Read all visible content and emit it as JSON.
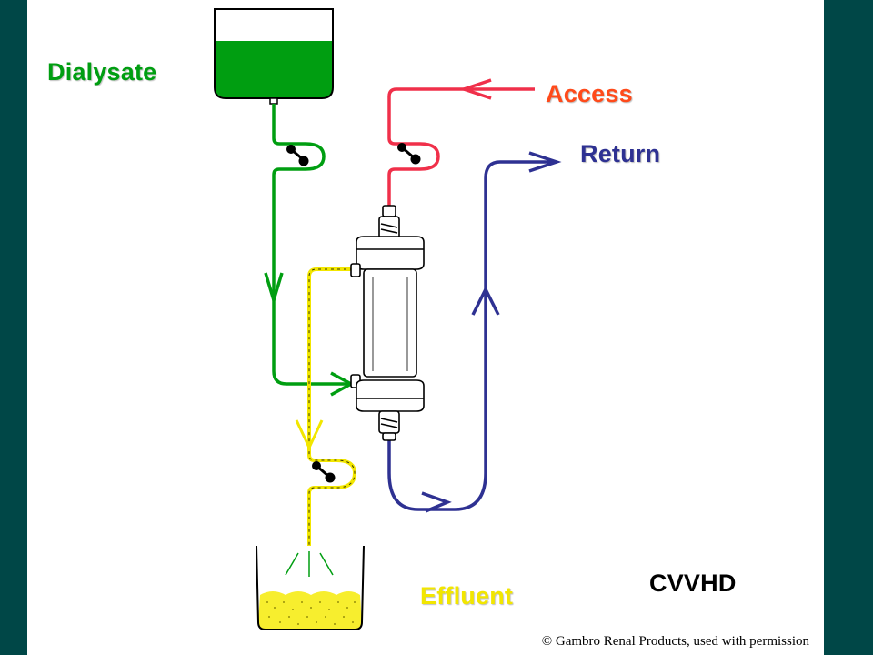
{
  "labels": {
    "dialysate": "Dialysate",
    "access": "Access",
    "return": "Return",
    "effluent": "Effluent",
    "mode": "CVVHD"
  },
  "credit": "© Gambro Renal Products, used with permission",
  "colors": {
    "background": "#004747",
    "dialysate": "#009E11",
    "access": "#F0304A",
    "access_text": "#FF4A1A",
    "return": "#2E3192",
    "effluent": "#F2E600",
    "effluent_text": "#F2E600"
  }
}
